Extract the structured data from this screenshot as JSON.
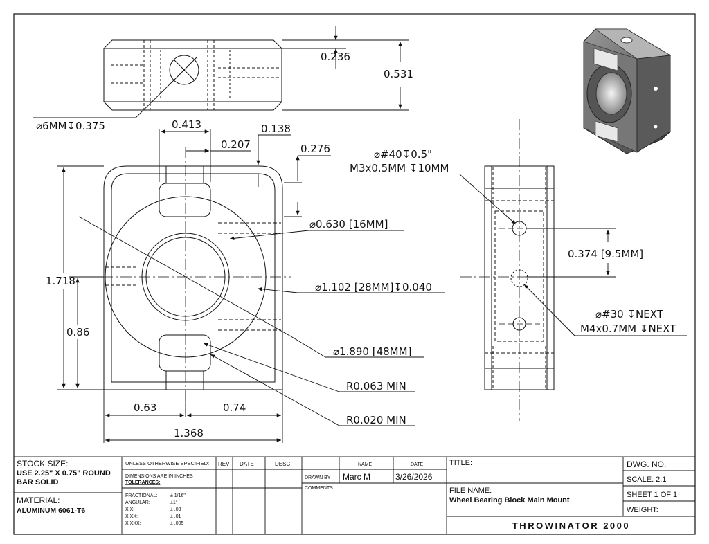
{
  "drawing": {
    "top_view": {
      "dim_depth": "0.236",
      "dim_height": "0.531",
      "hole_callout": "⌀6MM↧0.375"
    },
    "front_view": {
      "dim_0413": "0.413",
      "dim_0138": "0.138",
      "dim_0207": "0.207",
      "dim_0276": "0.276",
      "dim_bore16": "⌀0.630 [16MM]",
      "dim_bore28": "⌀1.102 [28MM]↧0.040",
      "dim_bore48": "⌀1.890 [48MM]",
      "dim_r063": "R0.063 MIN",
      "dim_r020": "R0.020 MIN",
      "dim_1718": "1.718",
      "dim_086": "0.86",
      "dim_063": "0.63",
      "dim_074": "0.74",
      "dim_1368": "1.368"
    },
    "side_view": {
      "callout_top_1": "⌀#40↧0.5\"",
      "callout_top_2": "M3x0.5MM ↧10MM",
      "dim_spacing": "0.374 [9.5MM]",
      "callout_bot_1": "⌀#30 ↧NEXT",
      "callout_bot_2": "M4x0.7MM ↧NEXT"
    }
  },
  "title_block": {
    "stock_label": "STOCK SIZE:",
    "stock_line1": "USE 2.25\" X 0.75\" ROUND",
    "stock_line2": "BAR SOLID",
    "material_label": "MATERIAL:",
    "material_value": "ALUMINUM 6061-T6",
    "unless": "UNLESS OTHERWISE SPECIFIED:",
    "dims_in": "DIMENSIONS ARE IN INCHES",
    "tolerances": "TOLERANCES:",
    "fractional_label": "FRACTIONAL:",
    "fractional_value": "± 1/16\"",
    "angular_label": "ANGULAR:",
    "angular_value": "±1°",
    "xx_label": "X.X:",
    "xx_value": "± .03",
    "xxx_label": "X.XX:",
    "xxx_value": "± .01",
    "xxxx_label": "X.XXX:",
    "xxxx_value": "± .005",
    "rev": "REV",
    "date": "DATE",
    "desc": "DESC.",
    "name_h": "NAME",
    "date_h": "DATE",
    "drawn_by_label": "DRAWN BY",
    "drawn_by": "Marc M",
    "drawn_date": "3/26/2026",
    "comments": "COMMENTS:",
    "title_label": "TITLE:",
    "file_label": "FILE NAME:",
    "file_name": "Wheel Bearing Block Main Mount",
    "dwg_no": "DWG. NO.",
    "scale": "SCALE: 2:1",
    "sheet": "SHEET 1 OF 1",
    "weight": "WEIGHT:",
    "company": "THROWINATOR 2000"
  }
}
